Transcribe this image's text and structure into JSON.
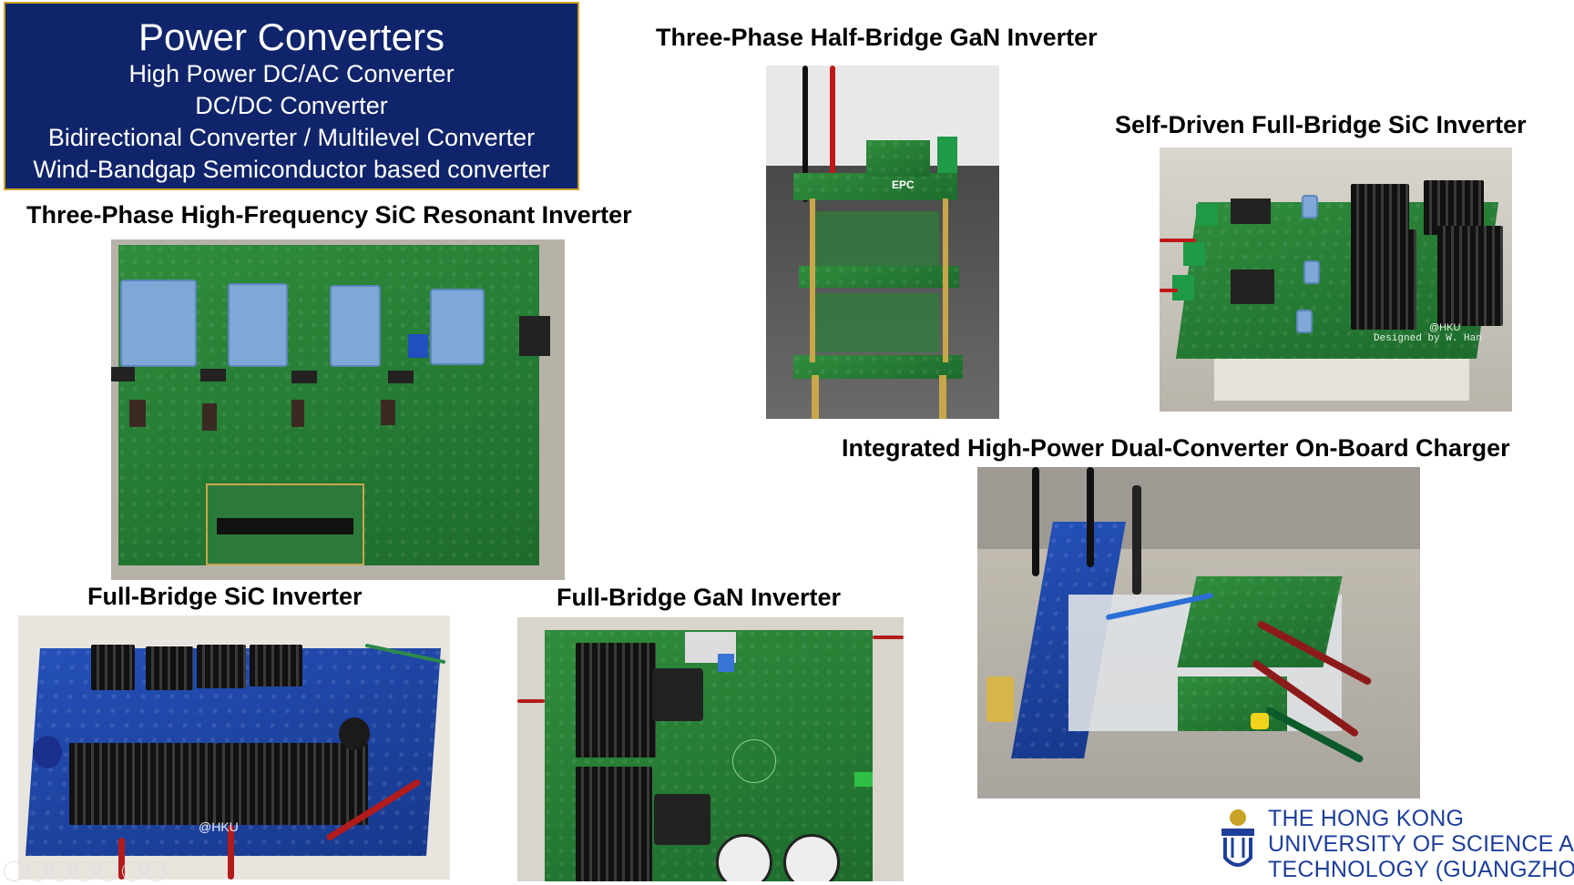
{
  "title_box": {
    "title": "Power Converters",
    "lines": [
      "High Power DC/AC Converter",
      "DC/DC Converter",
      "Bidirectional Converter / Multilevel Converter",
      "Wind-Bandgap Semiconductor based converter"
    ]
  },
  "captions": {
    "three_phase_gan": "Three-Phase Half-Bridge GaN Inverter",
    "self_driven_sic": "Self-Driven Full-Bridge SiC Inverter",
    "resonant_sic": "Three-Phase High-Frequency SiC Resonant Inverter",
    "obc": "Integrated High-Power Dual-Converter On-Board Charger",
    "fb_sic": "Full-Bridge SiC Inverter",
    "fb_gan": "Full-Bridge GaN Inverter"
  },
  "photo_text": {
    "epc": "EPC",
    "designed_by": "Designed by W. Han",
    "hku_sic": "@HKU",
    "hku_fb": "@HKU"
  },
  "logo": {
    "line1": "THE HONG KONG",
    "line2": "UNIVERSITY OF SCIENCE AND",
    "line3": "TECHNOLOGY (GUANGZHOU)",
    "color": "#1e3f9a",
    "accent": "#c9a227"
  },
  "colors": {
    "title_bg": "#10246b",
    "title_border": "#c9a227"
  }
}
